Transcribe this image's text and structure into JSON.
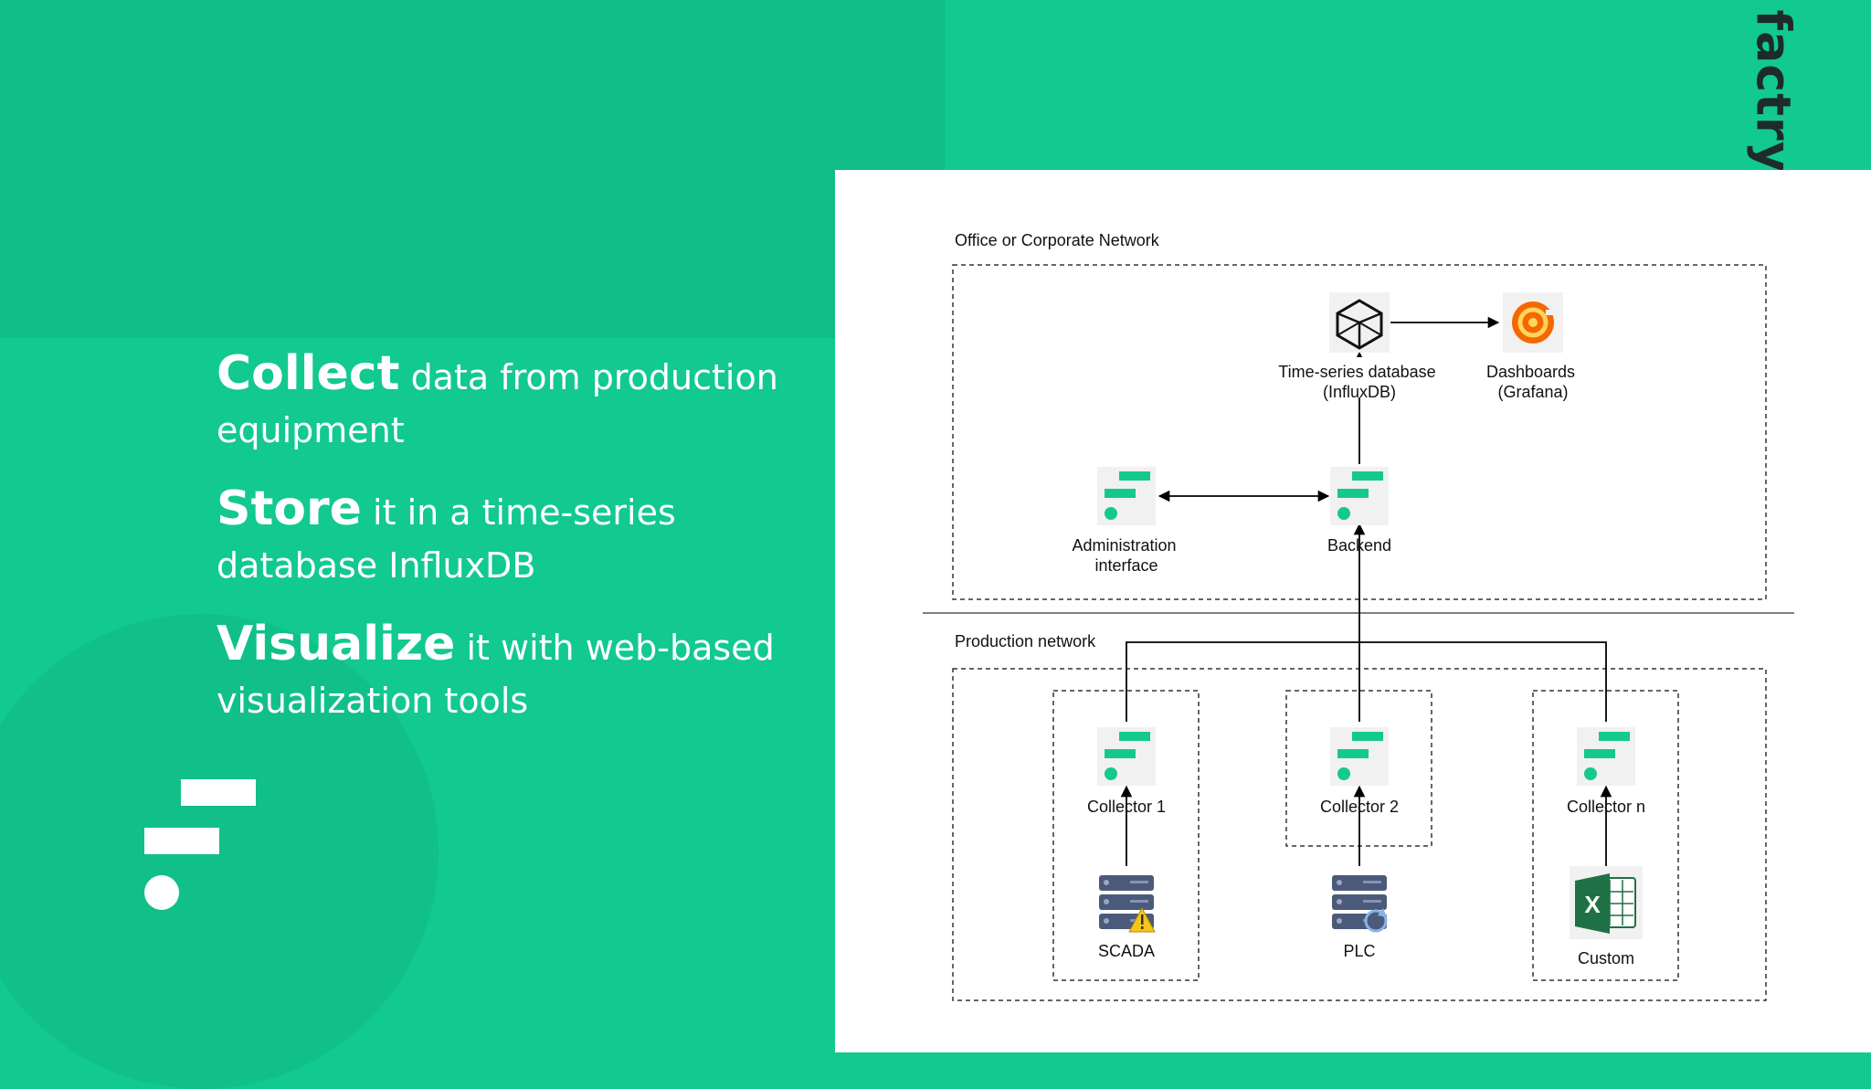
{
  "brand": {
    "name": "factry"
  },
  "taglines": [
    {
      "strong": "Collect",
      "rest": " data from production equipment"
    },
    {
      "strong": "Store",
      "rest": " it in a time-series database InfluxDB"
    },
    {
      "strong": "Visualize",
      "rest": " it with web-based visualization tools"
    }
  ],
  "diagram": {
    "office_zone": "Office or Corporate Network",
    "production_zone": "Production network",
    "nodes": {
      "tsdb": [
        "Time-series database",
        "(InfluxDB)"
      ],
      "dashboards": [
        "Dashboards",
        "(Grafana)"
      ],
      "admin": [
        "Administration",
        "interface"
      ],
      "backend": [
        "Backend"
      ],
      "collector1": [
        "Collector 1"
      ],
      "collector2": [
        "Collector 2"
      ],
      "collectorn": [
        "Collector n"
      ],
      "scada": [
        "SCADA"
      ],
      "plc": [
        "PLC"
      ],
      "custom": [
        "Custom"
      ]
    }
  },
  "colors": {
    "green": "#12c98f",
    "dark_green": "#10bd86",
    "node_green": "#14c98e",
    "server": "#4b5a7a",
    "excel": "#1e7145",
    "warning": "#f5c518",
    "grafana": "#f46800"
  }
}
